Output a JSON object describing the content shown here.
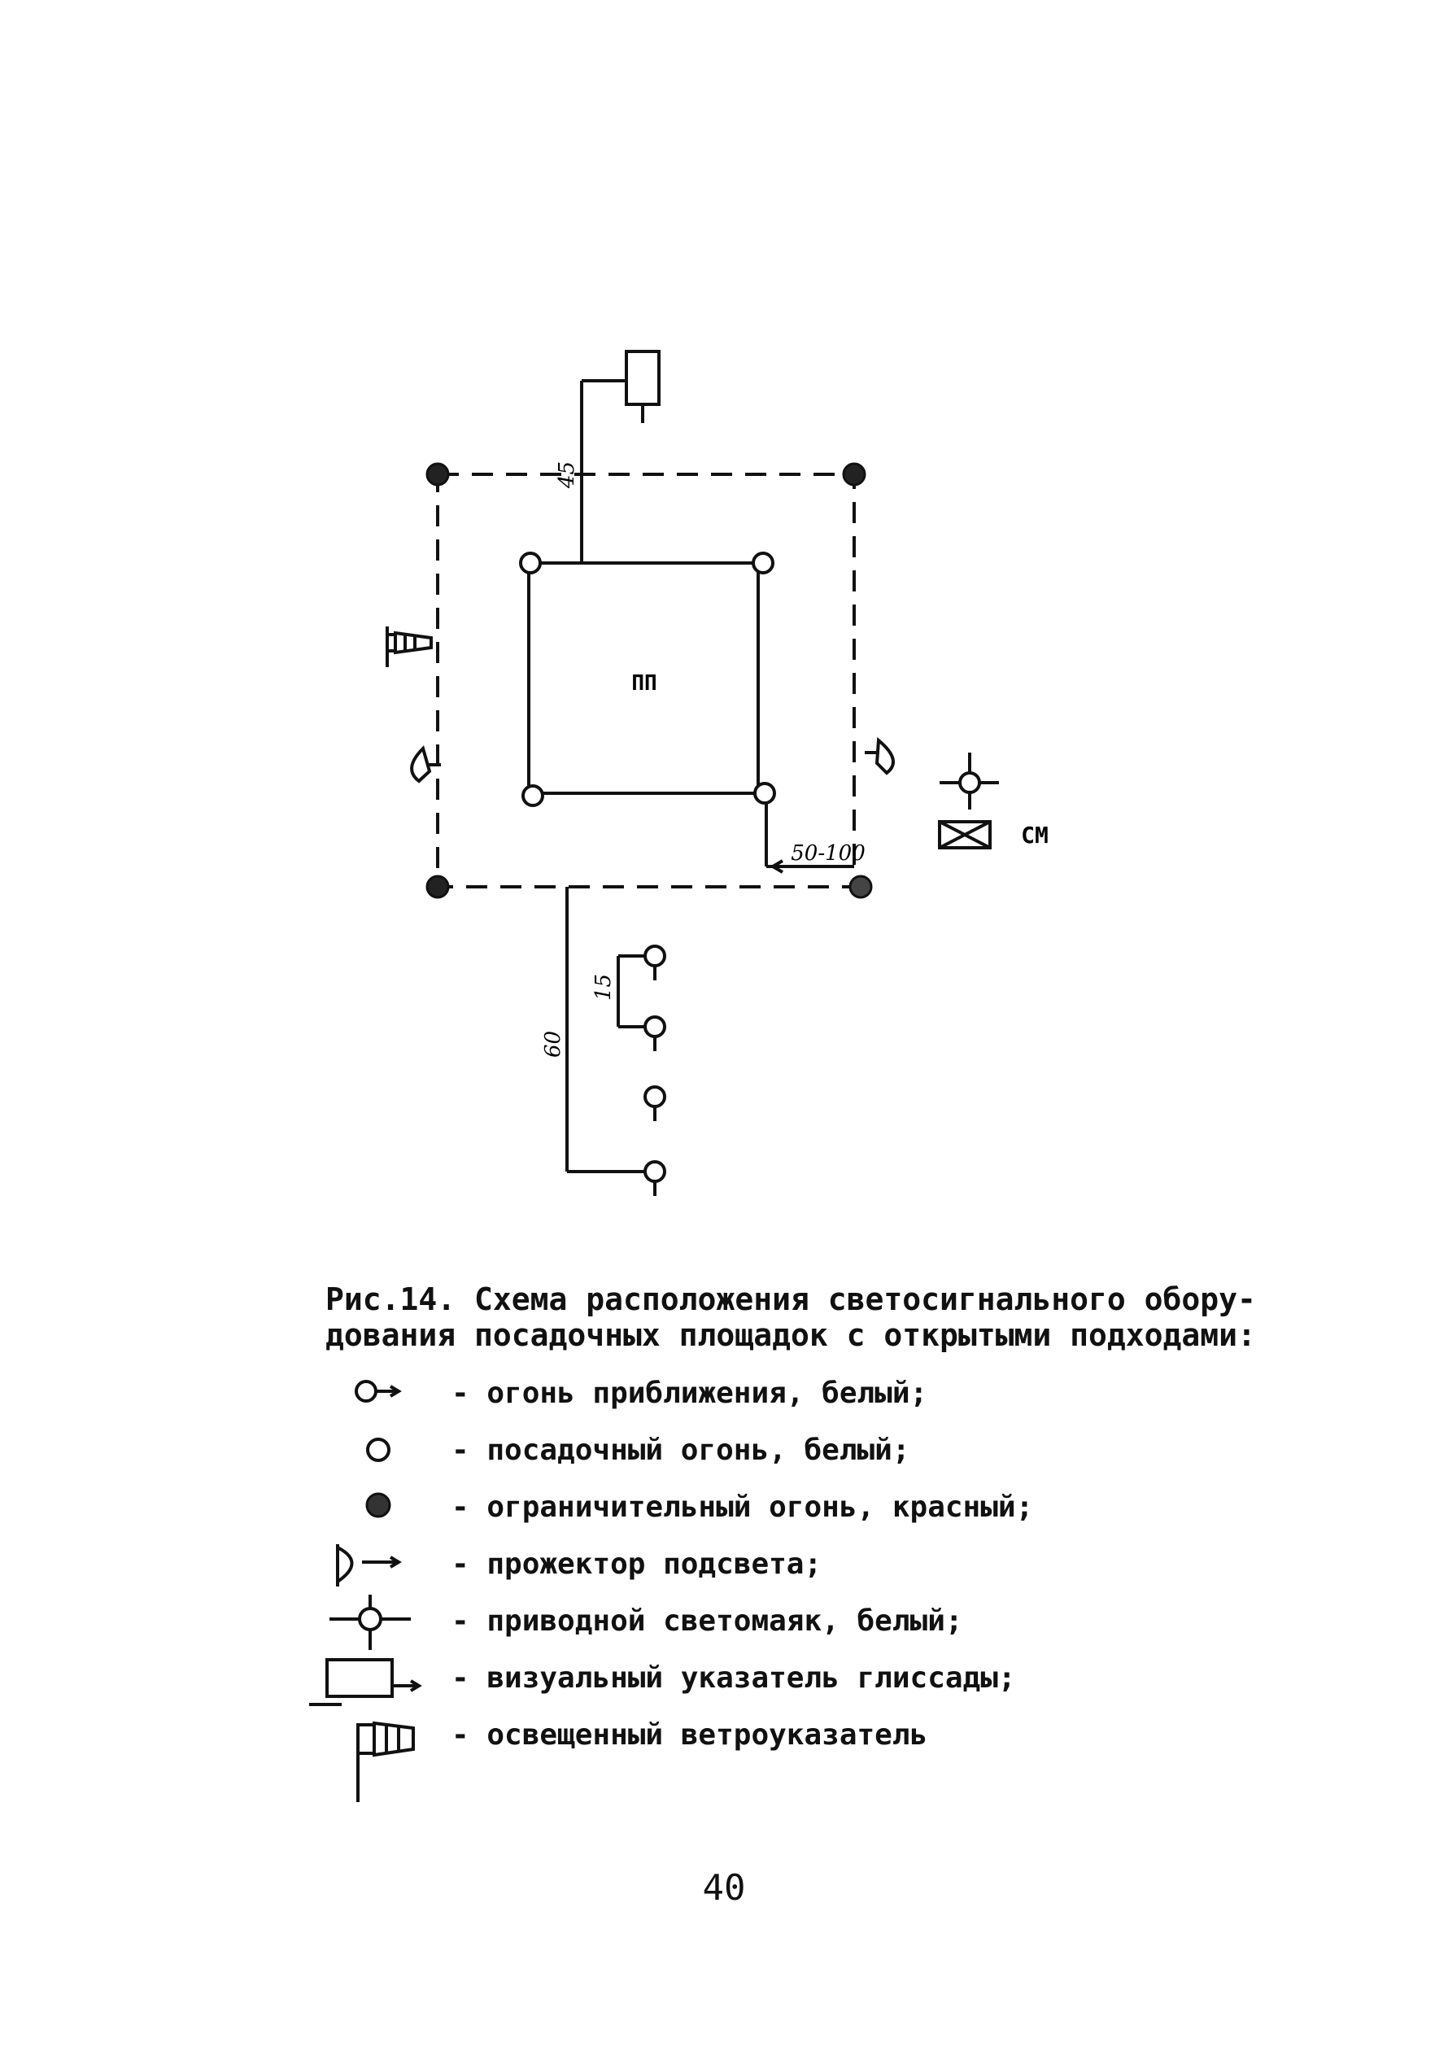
{
  "diagram": {
    "pad_label": "ПП",
    "beacon_label": "СМ",
    "dim_glide": "45",
    "dim_offset": "50-100",
    "dim_spacing": "15",
    "dim_approach": "60"
  },
  "caption": {
    "line1": "Рис.14. Схема расположения светосигнального обору-",
    "line2": "дования посадочных площадок с открытыми подходами:"
  },
  "legend": [
    {
      "icon": "approach-light-icon",
      "text": "- огонь приближения, белый;"
    },
    {
      "icon": "landing-light-icon",
      "text": "- посадочный огонь, белый;"
    },
    {
      "icon": "boundary-light-icon",
      "text": "- ограничительный огонь, красный;"
    },
    {
      "icon": "floodlight-icon",
      "text": "- прожектор подсвета;"
    },
    {
      "icon": "beacon-icon",
      "text": "- приводной светомаяк, белый;"
    },
    {
      "icon": "glide-slope-indicator-icon",
      "text": "- визуальный указатель глиссады;"
    },
    {
      "icon": "windsock-icon",
      "text": "- освещенный ветроуказатель"
    }
  ],
  "page_number": "40",
  "colors": {
    "ink": "#111111",
    "paper": "#ffffff"
  }
}
